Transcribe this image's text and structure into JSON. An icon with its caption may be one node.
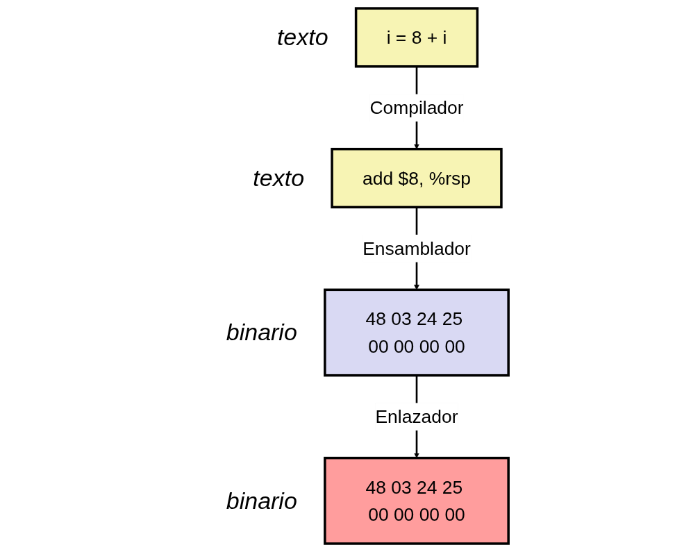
{
  "diagram": {
    "nodes": [
      {
        "text": [
          "i = 8 + i"
        ],
        "beside": [
          "texto"
        ]
      },
      {
        "text": [
          "add $8, %rsp"
        ],
        "beside": [
          "texto"
        ]
      },
      {
        "text": [
          "48 03 24 25 00 00 00 00"
        ],
        "beside": [
          "binario"
        ]
      },
      {
        "text": [
          "48 03 24 25 00 00 00 00"
        ],
        "beside": [
          "binario"
        ]
      }
    ],
    "edges": [
      {
        "from": 0,
        "to": 1,
        "arrow": "to",
        "label": "Compilador"
      },
      {
        "from": 1,
        "to": 2,
        "arrow": "to",
        "label": "Ensamblador"
      },
      {
        "from": 2,
        "to": 3,
        "arrow": "to",
        "label": "Enlazador"
      }
    ]
  }
}
